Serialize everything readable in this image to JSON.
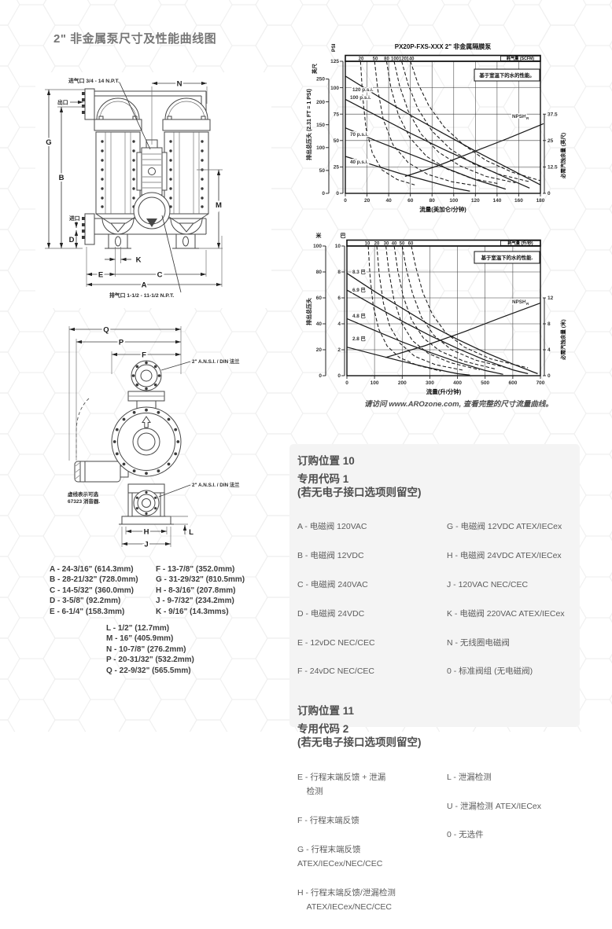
{
  "title": "2\" 非金属泵尺寸及性能曲线图",
  "front_view": {
    "air_inlet": "进气口 3/4 - 14 N.P.T.",
    "outlet": "出口",
    "inlet": "进口",
    "exhaust": "排气口 1-1/2 - 11-1/2 N.P.T.",
    "dim_g": "G",
    "dim_b": "B",
    "dim_d": "D",
    "dim_n": "N",
    "dim_m": "M",
    "dim_k": "K",
    "dim_e": "E",
    "dim_c": "C",
    "dim_a": "A"
  },
  "side_view": {
    "flange_top": "2\" A.N.S.I. / DIN 法兰",
    "flange_bottom": "2\" A.N.S.I. / DIN 法兰",
    "muffler_note_line1": "虚线表示可选",
    "muffler_note_line2": "67323 消音器.",
    "dim_q": "Q",
    "dim_p": "P",
    "dim_f": "F",
    "dim_h": "H",
    "dim_j": "J",
    "dim_l": "L"
  },
  "dimensions": {
    "col1": [
      "A - 24-3/16\" (614.3mm)",
      "B - 28-21/32\" (728.0mm)",
      "C - 14-5/32\" (360.0mm)",
      "D - 3-5/8\" (92.2mm)",
      "E - 6-1/4\" (158.3mm)"
    ],
    "col2": [
      "F - 13-7/8\" (352.0mm)",
      "G - 31-29/32\" (810.5mm)",
      "H - 8-3/16\" (207.8mm)",
      "J - 9-7/32\" (234.2mm)",
      "K - 9/16\" (14.3mms)"
    ],
    "center": [
      "L - 1/2\" (12.7mm)",
      "M - 16\" (405.9mm)",
      "N - 10-7/8\" (276.2mm)",
      "P - 20-31/32\" (532.2mm)",
      "Q - 22-9/32\" (565.5mm)"
    ]
  },
  "chart_data": [
    {
      "type": "line",
      "title": "PX20P-FXS-XXX 2\" 非金属隔膜泵",
      "top_axis_label": "耗气量 (SCFM)",
      "scfm_ticks": [
        20,
        50,
        80,
        100,
        120,
        140
      ],
      "xlabel": "流量(美加仑/分钟)",
      "x_ticks": [
        0,
        20,
        40,
        60,
        80,
        100,
        120,
        140,
        160,
        180
      ],
      "xlim": [
        0,
        180
      ],
      "ylabel": "排出总压头 (2.31 FT = 1 PSI)",
      "psi_unit": "PSI",
      "ft_unit": "英尺",
      "psi_ticks": [
        125,
        100,
        75,
        50,
        25,
        0
      ],
      "ft_ticks": [
        250,
        200,
        150,
        100,
        50,
        0
      ],
      "ylim_psi": [
        0,
        125
      ],
      "y2label": "必需汽蚀余量 (英尺)",
      "npsh_ticks": [
        "37.5",
        "25",
        "12.5",
        "0"
      ],
      "note": "基于室温下的水的性能。",
      "npsh_label": "NPSH",
      "npsh_sub": "R",
      "series": [
        {
          "name": "120 p.s.i.",
          "style": "solid",
          "x": [
            0,
            30,
            60,
            90,
            120,
            150,
            180
          ],
          "y": [
            111,
            92,
            74,
            57,
            40,
            24,
            8
          ]
        },
        {
          "name": "100 p.s.i.",
          "style": "solid",
          "x": [
            0,
            30,
            60,
            90,
            120,
            150,
            170
          ],
          "y": [
            89,
            73,
            57,
            42,
            28,
            14,
            5
          ]
        },
        {
          "name": "70 p.s.i.",
          "style": "solid",
          "x": [
            0,
            30,
            60,
            90,
            120,
            148
          ],
          "y": [
            62,
            49,
            37,
            25,
            13,
            4
          ]
        },
        {
          "name": "40 p.s.i.",
          "style": "solid",
          "x": [
            0,
            25,
            50,
            75,
            100,
            115
          ],
          "y": [
            35,
            27,
            19,
            12,
            5,
            2
          ]
        },
        {
          "name": "NPSH_R",
          "style": "solid",
          "axis": "right",
          "unit": "ft",
          "scale": 2,
          "x": [
            55,
            85,
            115,
            150,
            183
          ],
          "y": [
            8,
            13,
            19,
            26,
            33
          ]
        },
        {
          "name": "20 SCFM",
          "style": "dashed",
          "x": [
            14,
            16,
            19,
            25,
            34,
            48,
            64
          ],
          "y": [
            125,
            92,
            62,
            38,
            22,
            13,
            8
          ]
        },
        {
          "name": "50 SCFM",
          "style": "dashed",
          "x": [
            27,
            30,
            35,
            44,
            58,
            76,
            98,
            122
          ],
          "y": [
            125,
            98,
            70,
            46,
            29,
            18,
            11,
            7
          ]
        },
        {
          "name": "80 SCFM",
          "style": "dashed",
          "x": [
            38,
            42,
            49,
            60,
            75,
            94,
            117,
            142
          ],
          "y": [
            125,
            100,
            74,
            52,
            35,
            23,
            14,
            9
          ]
        },
        {
          "name": "100 SCFM",
          "style": "dashed",
          "x": [
            45,
            50,
            58,
            70,
            86,
            106,
            130,
            157
          ],
          "y": [
            125,
            102,
            78,
            56,
            39,
            26,
            16,
            10
          ]
        },
        {
          "name": "120 SCFM",
          "style": "dashed",
          "x": [
            52,
            58,
            67,
            80,
            97,
            118,
            142,
            170
          ],
          "y": [
            125,
            103,
            80,
            59,
            42,
            28,
            18,
            11
          ]
        },
        {
          "name": "140 SCFM",
          "style": "dashed",
          "x": [
            60,
            67,
            77,
            91,
            109,
            130,
            154,
            180
          ],
          "y": [
            125,
            104,
            83,
            63,
            46,
            31,
            20,
            12
          ]
        }
      ]
    },
    {
      "type": "line",
      "top_axis_label": "耗气量 (升/秒)",
      "ls_ticks": [
        10,
        20,
        30,
        40,
        50,
        60
      ],
      "xlabel": "流量(升/分钟)",
      "x_ticks": [
        0,
        100,
        200,
        300,
        400,
        500,
        600,
        700
      ],
      "xlim": [
        0,
        700
      ],
      "ylabel": "排出总压头",
      "m_unit": "米",
      "bar_unit": "巴",
      "m_ticks": [
        100,
        80,
        60,
        40,
        20,
        0
      ],
      "bar_ticks": [
        10,
        8,
        6,
        4,
        2,
        0
      ],
      "ylim_bar": [
        0,
        10
      ],
      "y2label": "必需汽蚀余量 (米)",
      "npsh_ticks": [
        12,
        8,
        4,
        0
      ],
      "note": "基于室温下的水的性能.",
      "npsh_label": "NPSH",
      "npsh_sub": "R",
      "series": [
        {
          "name": "8.3 巴",
          "style": "solid",
          "x": [
            0,
            100,
            200,
            300,
            400,
            500,
            600,
            690
          ],
          "y": [
            7.9,
            6.5,
            5.2,
            3.9,
            2.8,
            1.8,
            0.9,
            0.15
          ]
        },
        {
          "name": "6.9 巴",
          "style": "solid",
          "x": [
            0,
            100,
            200,
            300,
            400,
            500,
            600,
            655
          ],
          "y": [
            6.6,
            5.4,
            4.2,
            3.1,
            2.1,
            1.2,
            0.45,
            0.15
          ]
        },
        {
          "name": "4.8 巴",
          "style": "solid",
          "x": [
            0,
            100,
            200,
            300,
            400,
            500,
            565
          ],
          "y": [
            4.4,
            3.5,
            2.6,
            1.8,
            1.05,
            0.4,
            0.1
          ]
        },
        {
          "name": "2.8 巴",
          "style": "solid",
          "x": [
            0,
            100,
            200,
            300,
            400,
            445
          ],
          "y": [
            2.2,
            1.65,
            1.1,
            0.6,
            0.15,
            0.05
          ]
        },
        {
          "name": "NPSH_R",
          "style": "solid",
          "axis": "right",
          "unit": "m",
          "scale": 0.5,
          "x": [
            140,
            280,
            420,
            560,
            700
          ],
          "y": [
            2.8,
            4.6,
            6.7,
            9.0,
            11.2
          ]
        },
        {
          "name": "10 L/s",
          "style": "dashed",
          "x": [
            77,
            84,
            95,
            115,
            145,
            190,
            255,
            340
          ],
          "y": [
            10,
            7.6,
            5.4,
            3.6,
            2.3,
            1.4,
            0.8,
            0.35
          ]
        },
        {
          "name": "20 L/s",
          "style": "dashed",
          "x": [
            108,
            117,
            132,
            155,
            192,
            245,
            320,
            425
          ],
          "y": [
            10,
            7.8,
            5.6,
            3.8,
            2.5,
            1.5,
            0.85,
            0.4
          ]
        },
        {
          "name": "30 L/s",
          "style": "dashed",
          "x": [
            141,
            152,
            170,
            197,
            237,
            295,
            375,
            480
          ],
          "y": [
            10,
            8.0,
            5.9,
            4.1,
            2.7,
            1.7,
            1.0,
            0.45
          ]
        },
        {
          "name": "40 L/s",
          "style": "dashed",
          "x": [
            171,
            184,
            204,
            234,
            277,
            337,
            425,
            540
          ],
          "y": [
            10,
            8.1,
            6.1,
            4.3,
            2.9,
            1.9,
            1.1,
            0.5
          ]
        },
        {
          "name": "50 L/s",
          "style": "dashed",
          "x": [
            200,
            215,
            238,
            270,
            315,
            378,
            465,
            590
          ],
          "y": [
            10,
            8.2,
            6.3,
            4.5,
            3.1,
            2.0,
            1.2,
            0.55
          ]
        },
        {
          "name": "60 L/s",
          "style": "dashed",
          "x": [
            233,
            250,
            275,
            310,
            358,
            425,
            520,
            655
          ],
          "y": [
            10,
            8.3,
            6.4,
            4.7,
            3.3,
            2.2,
            1.3,
            0.6
          ]
        }
      ]
    }
  ],
  "footnote": "请访问 www.AROzone.com, 查看完整的尺寸流量曲线。",
  "order_position_10": {
    "heading": "订购位置 10",
    "subheading": "专用代码 1",
    "note": "(若无电子接口选项则留空)",
    "col1": [
      "A - 电磁阀 120VAC",
      "B - 电磁阀 12VDC",
      "C - 电磁阀 240VAC",
      "D - 电磁阀 24VDC",
      "E - 12vDC NEC/CEC",
      "F - 24vDC NEC/CEC"
    ],
    "col2": [
      "G - 电磁阀 12VDC ATEX/IECex",
      "H - 电磁阀 24VDC ATEX/IECex",
      "J - 120VAC NEC/CEC",
      "K - 电磁阀 220VAC ATEX/IECex",
      "N - 无线圈电磁阀",
      "0 - 标准阀组 (无电磁阀)"
    ]
  },
  "order_position_11": {
    "heading": "订购位置 11",
    "subheading": "专用代码 2",
    "note": "(若无电子接口选项则留空)",
    "col1": [
      "E - 行程末端反馈 + 泄漏\n    检测",
      "F - 行程末端反馈",
      "G - 行程末端反馈 ATEX/IECex/NEC/CEC",
      "H - 行程末端反馈/泄漏检测\n    ATEX/IECex/NEC/CEC"
    ],
    "col2": [
      "L - 泄漏检测",
      "U - 泄漏检测 ATEX/IECex",
      "0 - 无选件"
    ]
  }
}
